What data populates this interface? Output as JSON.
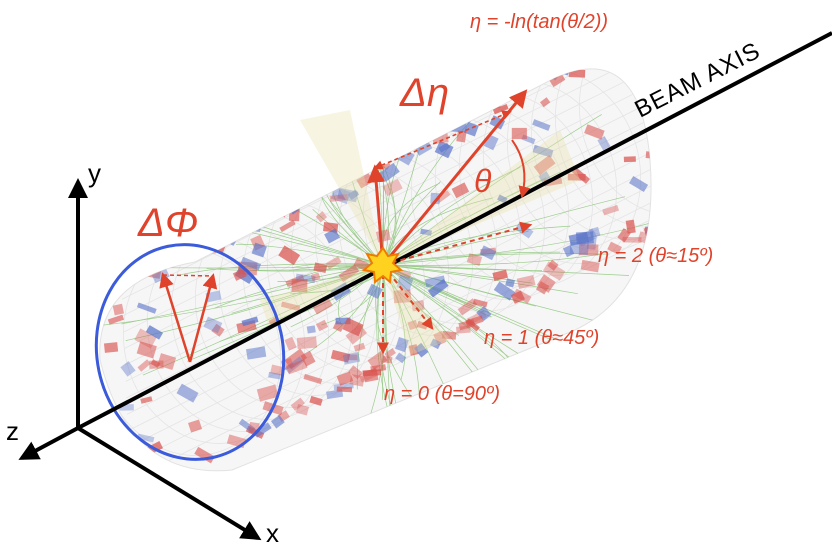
{
  "formula": "η = -ln(tan(θ/2))",
  "beam_axis_label": "BEAM AXIS",
  "axes": {
    "x": "x",
    "y": "y",
    "z": "z"
  },
  "delta_eta": "Δη",
  "delta_phi": "ΔΦ",
  "theta": "θ",
  "eta_labels": [
    {
      "text": "η = 2 (θ≈15º)"
    },
    {
      "text": "η = 1 (θ≈45º)"
    },
    {
      "text": "η = 0 (θ=90º)"
    }
  ],
  "colors": {
    "accent_red": "#e0432b",
    "ellipse_blue": "#3b5bdb",
    "hit_red": "#d9534f",
    "hit_blue": "#5b74c9",
    "track_green": "#7fbf6a",
    "axis": "#000000"
  }
}
